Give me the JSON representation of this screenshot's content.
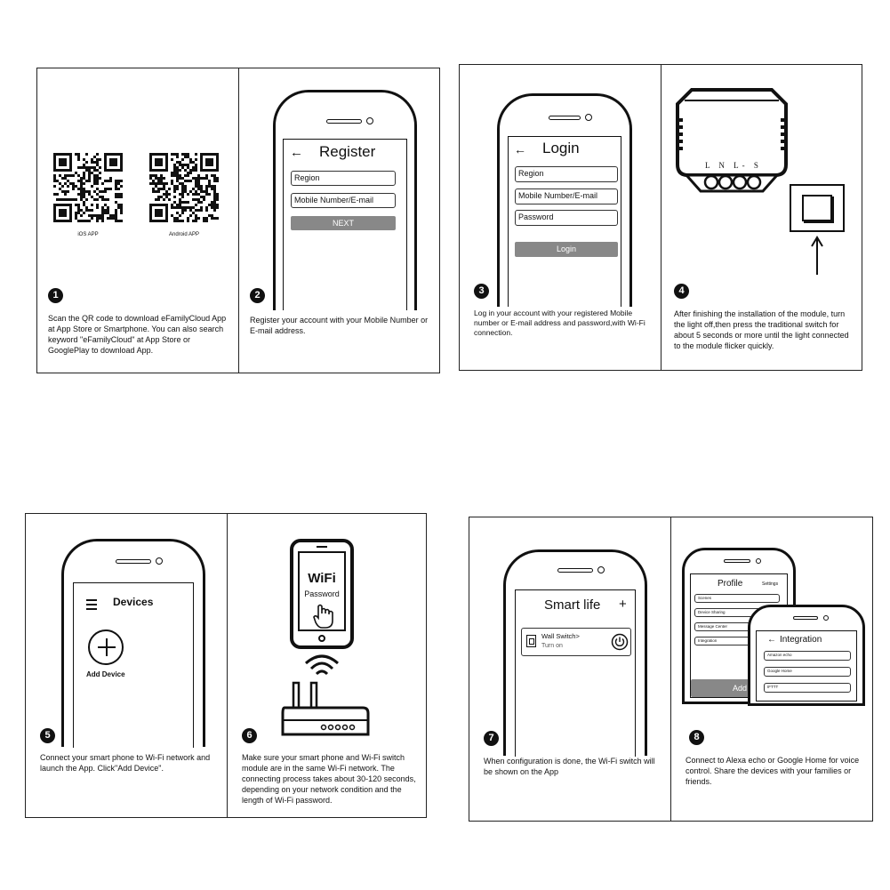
{
  "panel1": {
    "ios_label": "iOS APP",
    "android_label": "Android APP",
    "step1_number": "1",
    "step1_text": "Scan the QR code to download eFamilyCloud App at App Store or Smartphone. You can also search keyword \"eFamilyCloud\" at App Store or GooglePlay to download App.",
    "register_title": "Register",
    "back_arrow": "←",
    "region_placeholder": "Region",
    "mobile_placeholder": "Mobile Number/E-mail",
    "next_label": "NEXT",
    "step2_number": "2",
    "step2_text": "Register your account with your Mobile Number or E-mail address."
  },
  "panel2": {
    "login_title": "Login",
    "back_arrow": "←",
    "region_placeholder": "Region",
    "mobile_placeholder": "Mobile Number/E-mail",
    "password_placeholder": "Password",
    "login_button": "Login",
    "step3_number": "3",
    "step3_text": "Log in your account with your registered Mobile number or E-mail address and password,with Wi-Fi connection.",
    "terminal_labels": "L N L- S",
    "step4_number": "4",
    "step4_text": "After finishing the installation of the module, turn the light off,then press the traditional switch for about 5 seconds or more until the light connected to the module flicker quickly."
  },
  "panel3": {
    "devices_title": "Devices",
    "add_device_label": "Add Device",
    "step5_number": "5",
    "step5_text": "Connect your smart phone to Wi-Fi network and launch the App. Click\"Add Device\".",
    "wifi_label": "WiFi",
    "password_label": "Password",
    "step6_number": "6",
    "step6_text": "Make sure your smart phone and Wi-Fi switch module are in the same Wi-Fi network. The connecting process takes about 30-120 seconds, depending on your network condition and the length of Wi-Fi password."
  },
  "panel4": {
    "smart_life_title": "Smart life",
    "plus_label": "+",
    "device_name": "Wall Switch>",
    "device_status": "Turn on",
    "step7_number": "7",
    "step7_text": "When configuration is done, the Wi-Fi switch will be shown on the App",
    "profile_title": "Profile",
    "settings_label": "Settings",
    "profile_items": [
      "Scenes",
      "Device Sharing",
      "Message Center",
      "Integration"
    ],
    "add_label": "Add",
    "integration_title": "Integration",
    "integration_items": [
      "Amazon echo",
      "Google Home",
      "IFTTT"
    ],
    "step8_number": "8",
    "step8_text": "Connect to Alexa echo or Google Home for voice control. Share the devices with your families or friends."
  },
  "colors": {
    "ink": "#111111",
    "button_gray": "#888888"
  }
}
